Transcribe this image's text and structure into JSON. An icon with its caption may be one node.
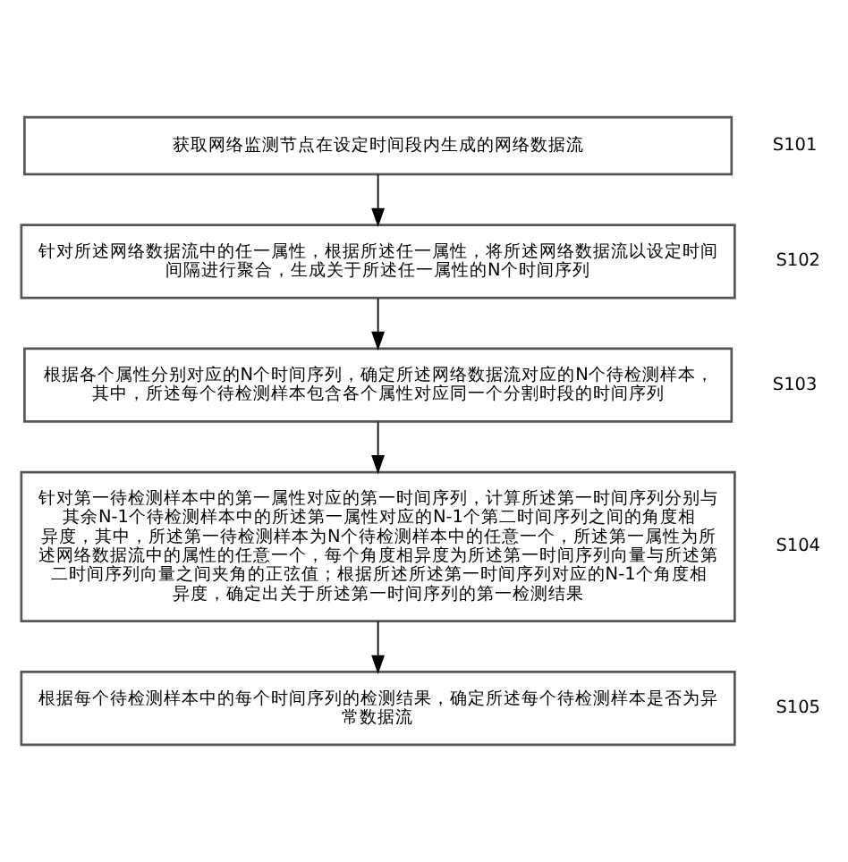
{
  "diagram": {
    "nodes": [
      {
        "text": [
          "获取网络监测节点在设定时间段内生成的网络数据流"
        ],
        "beside": [
          "S101"
        ]
      },
      {
        "text": [
          "针对所述网络数据流中的任一属性，根据所述任一属性，将所述网络数据流以设定时间间隔进行聚合，生成关于所述任一属性的N个时间序列"
        ],
        "beside": [
          "S102"
        ]
      },
      {
        "text": [
          "根据各个属性分别对应的N个时间序列，确定所述网络数据流对应的N个待检测样本，其中，所述每个待检测样本包含各个属性对应同一个分割时段的时间序列"
        ],
        "beside": [
          "S103"
        ]
      },
      {
        "text": [
          "针对第一待检测样本中的第一属性对应的第一时间序列，计算所述第一时间序列分别与其余N-1个待检测样本中的所述第一属性对应的N-1个第二时间序列之间的角度相异度，其中，所述第一待检测样本为N个待检测样本中的任意一个，所述第一属性为所述网络数据流中的属性的任意一个，每个角度相异度为所述第一时间序列向量与所述第二时间序列向量之间夹角的正弦值；根据所述所述第一时间序列对应的N-1个角度相异度，确定出关于所述第一时间序列的第一检测结果"
        ],
        "beside": [
          "S104"
        ]
      },
      {
        "text": [
          "根据每个待检测样本中的每个时间序列的检测结果，确定所述每个待检测样本是否为异常数据流"
        ],
        "beside": [
          "S105"
        ]
      }
    ],
    "edges": [
      {
        "from": 0,
        "to": 1,
        "arrow": "to"
      },
      {
        "from": 1,
        "to": 2,
        "arrow": "to"
      },
      {
        "from": 2,
        "to": 3,
        "arrow": "to"
      },
      {
        "from": 3,
        "to": 4,
        "arrow": "to"
      }
    ]
  }
}
